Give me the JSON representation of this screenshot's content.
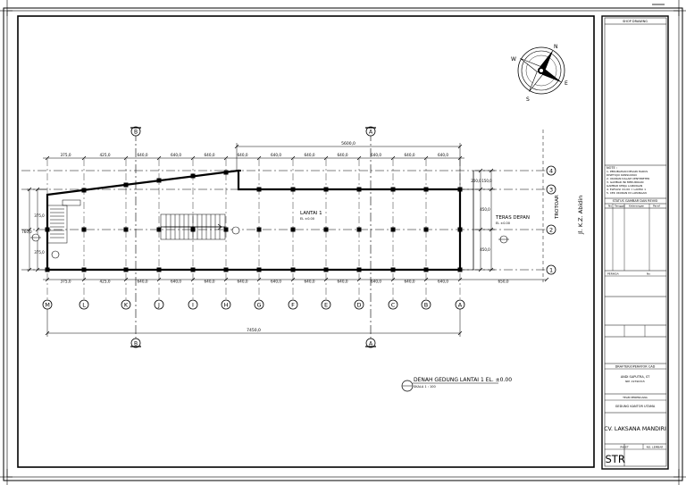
{
  "drawing": {
    "title": "DENAH GEDUNG LANTAI 1  EL. ±0.00",
    "title_scale": "SKALA 1 : 100",
    "floor_label": "LANTAI 1",
    "floor_level": "EL ±0.00",
    "terrace_label": "TERAS DEPAN",
    "terrace_level": "EL ±0.00",
    "sidewalk_label": "TROTOAR",
    "street_label": "Jl. K.Z. Abidin",
    "north_label": "N",
    "compass_letters": [
      "N",
      "E",
      "S",
      "W"
    ],
    "section_marks": [
      "B",
      "B",
      "A",
      "A"
    ],
    "column_grid": [
      "M",
      "L",
      "K",
      "J",
      "I",
      "H",
      "G",
      "F",
      "E",
      "D",
      "C",
      "B",
      "A"
    ],
    "row_grid": [
      "4",
      "3",
      "2",
      "1"
    ],
    "dims_top": [
      "375,0",
      "425,0",
      "640,0",
      "640,0",
      "640,0",
      "640,0",
      "640,0",
      "640,0",
      "640,0",
      "640,0",
      "640,0",
      "640,0"
    ],
    "dims_bottom": [
      "375,0",
      "425,0",
      "640,0",
      "640,0",
      "640,0",
      "640,0",
      "640,0",
      "640,0",
      "640,0",
      "640,0",
      "640,0",
      "640,0",
      "650,0"
    ],
    "dim_top_overall": "5600,0",
    "dim_bottom_overall": "7450,0",
    "dims_left": [
      "375,0",
      "760,0",
      "375,0"
    ],
    "dims_right": [
      "200,0",
      "150,0",
      "450,0",
      "450,0"
    ]
  },
  "title_block": {
    "header": "SHOP DRAWING",
    "notes_title": "NOTE :",
    "notes": [
      "1. PERUBAHAN DESAIN HARUS",
      "   DISETUJUI KONSULTAN",
      "2. UKURAN DALAM CENTIMETER",
      "3. GAMBAR INI MERUPAKAN",
      "   GAMBAR KERJA LAPANGAN",
      "4. ELEVASI ±0.00 = LANTAI 1",
      "5. CEK UKURAN DI LAPANGAN"
    ],
    "revision_header": "STATUS GAMBAR DAN REVISI",
    "revision_columns": [
      "No",
      "Tanggal",
      "Keterangan",
      "Paraf"
    ],
    "check_label": "PERIKSA",
    "check_sign_label": "No",
    "drafter_header": "DRAFTER/OPERATOR CAD",
    "drafter_name": "ANDI SAPUTRA, ST",
    "drafter_id": "NIP. 19790315",
    "project_role": "TEAM PERENCANA",
    "project_name": "GEDUNG KANTOR UTAMA",
    "company": "CV. LAKSANA MANDIRI",
    "sheet_code_label": "PAKET",
    "sheet_no_label": "NO. LEMBAR",
    "discipline": "STR"
  },
  "colors": {
    "line": "#000000",
    "paper": "#ffffff"
  }
}
